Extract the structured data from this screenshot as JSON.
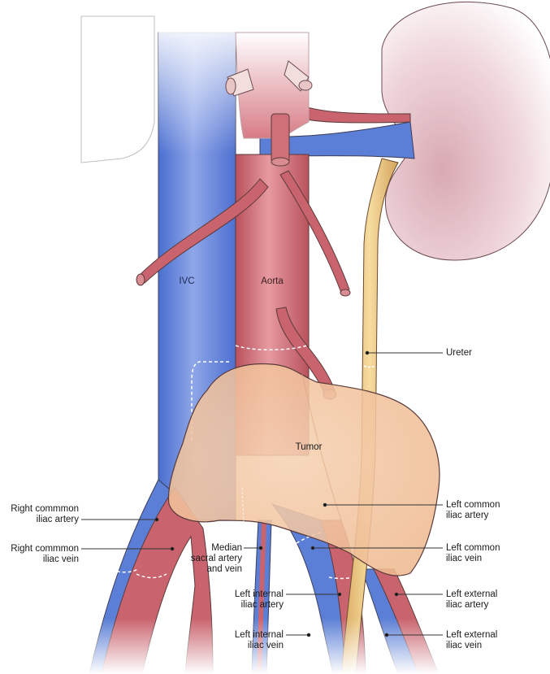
{
  "diagram": {
    "subject": "Retroperitoneal tumor displacing great vessels, iliac vessels and ureter",
    "colors": {
      "vein": "#5b7fd6",
      "artery": "#c9636d",
      "tumor": "#f1c9a6",
      "ureter": "#e9c98a",
      "kidney": "#e9ccd3",
      "outline": "#5a3a3a",
      "dashed_line": "#ffffff"
    },
    "labels": {
      "ivc": "IVC",
      "aorta": "Aorta",
      "ureter": "Ureter",
      "tumor": "Tumor",
      "right_common_iliac_artery": "Right commmon\niliac artery",
      "right_common_iliac_vein": "Right commmon\niliac vein",
      "median_sacral": "Median\nsacral artery\nand vein",
      "left_internal_iliac_artery": "Left internal\niliac artery",
      "left_internal_iliac_vein": "Left internal\niliac vein",
      "left_common_iliac_artery": "Left common\niliac artery",
      "left_common_iliac_vein": "Left common\niliac vein",
      "left_external_iliac_artery": "Left external\niliac artery",
      "left_external_iliac_vein": "Left external\niliac vein"
    }
  }
}
